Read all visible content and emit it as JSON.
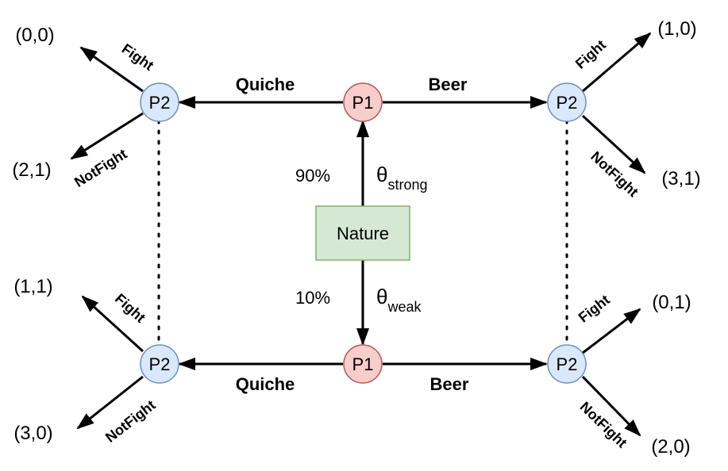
{
  "nature": {
    "label": "Nature",
    "fill": "#d5e8d4",
    "stroke": "#82b366"
  },
  "p1": {
    "label": "P1",
    "fill": "#f8cecc",
    "stroke": "#b85450"
  },
  "p2": {
    "label": "P2",
    "fill": "#dae8fc",
    "stroke": "#6c8ebf"
  },
  "types": {
    "strong": {
      "prob": "90%",
      "theta": "θ",
      "sub": "strong"
    },
    "weak": {
      "prob": "10%",
      "theta": "θ",
      "sub": "weak"
    }
  },
  "actions": {
    "quiche": "Quiche",
    "beer": "Beer",
    "fight": "Fight",
    "notfight": "NotFight"
  },
  "payoffs": {
    "strong_quiche_fight": "(0,0)",
    "strong_quiche_notfight": "(2,1)",
    "strong_beer_fight": "(1,0)",
    "strong_beer_notfight": "(3,1)",
    "weak_quiche_fight": "(1,1)",
    "weak_quiche_notfight": "(3,0)",
    "weak_beer_fight": "(0,1)",
    "weak_beer_notfight": "(2,0)"
  }
}
